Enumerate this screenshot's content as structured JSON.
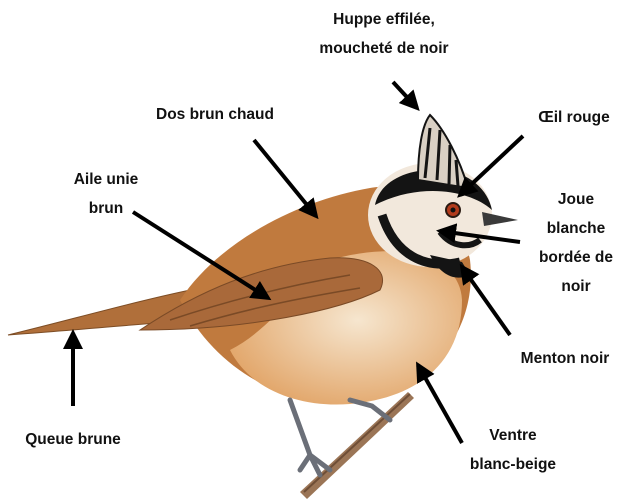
{
  "labels": {
    "crest": [
      "Huppe effilée,",
      "moucheté de noir"
    ],
    "back": [
      "Dos brun chaud"
    ],
    "eye": [
      "Œil rouge"
    ],
    "wing": [
      "Aile unie",
      "brun"
    ],
    "cheek": [
      "Joue",
      "blanche",
      "bordée de",
      "noir"
    ],
    "chin": [
      "Menton noir"
    ],
    "tail": [
      "Queue brune"
    ],
    "belly": [
      "Ventre",
      "blanc-beige"
    ]
  },
  "colors": {
    "plumage_brown": "#b9733a",
    "underparts_beige": "#e8b57e",
    "black_marking": "#141414",
    "eye_red": "#b23b1c",
    "arrow": "#000000"
  }
}
